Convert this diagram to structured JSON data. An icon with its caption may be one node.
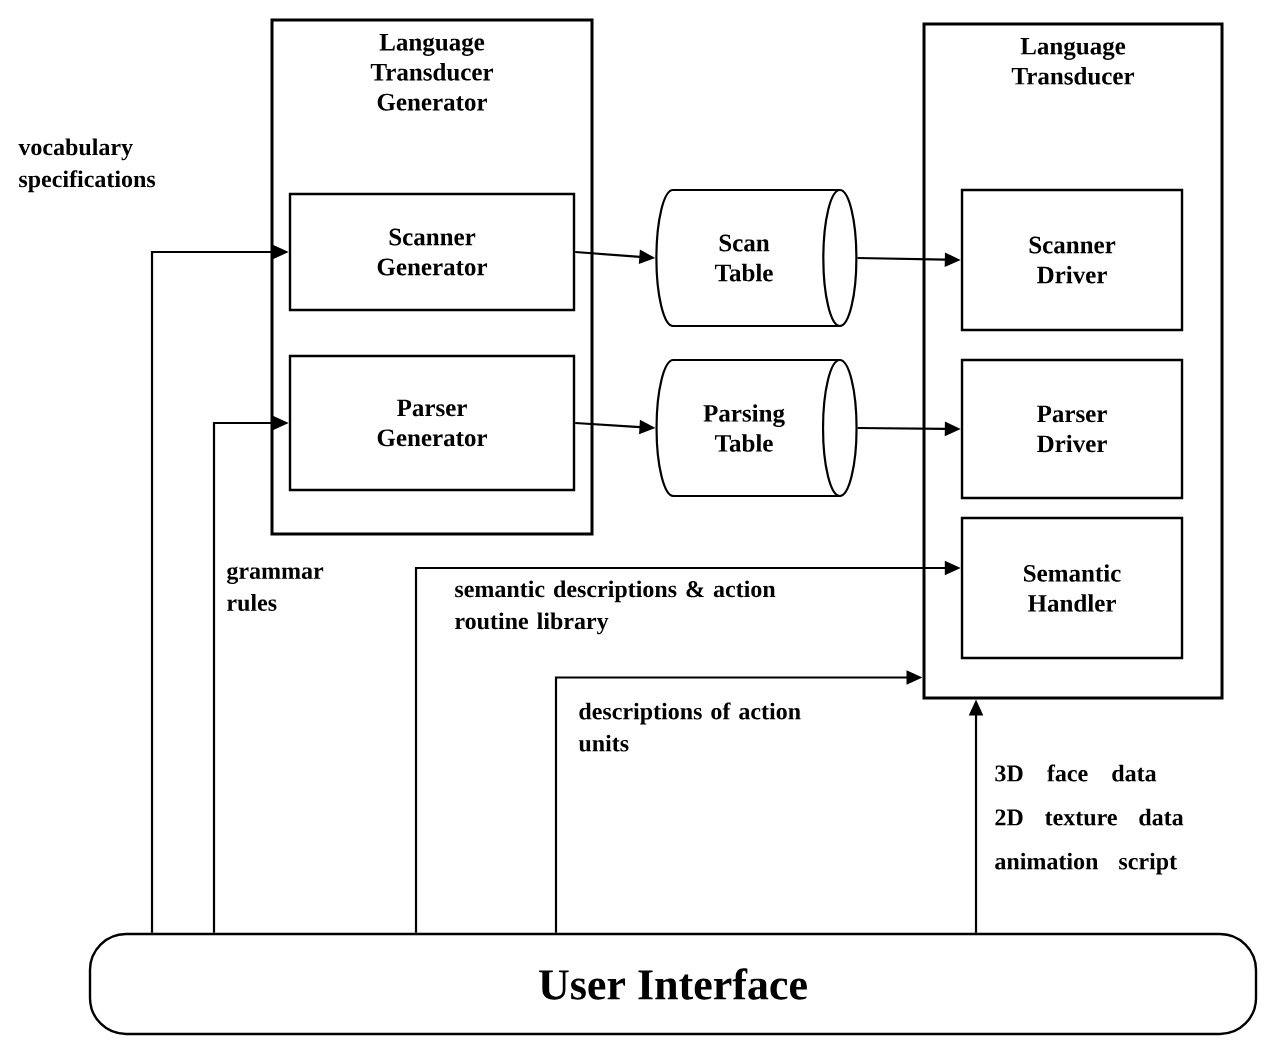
{
  "diagram": {
    "nodes": [
      {
        "text": [
          "Language Transducer Generator"
        ]
      },
      {
        "text": [
          "Scanner Generator"
        ],
        "in": 0
      },
      {
        "text": [
          "Parser Generator"
        ],
        "in": 0
      },
      {
        "text": [
          "Scan Table"
        ]
      },
      {
        "text": [
          "Parsing Table"
        ]
      },
      {
        "text": [
          "Language Transducer"
        ]
      },
      {
        "text": [
          "Scanner Driver"
        ],
        "in": 5
      },
      {
        "text": [
          "Parser Driver"
        ],
        "in": 5
      },
      {
        "text": [
          "Semantic Handler"
        ],
        "in": 5
      },
      {
        "text": [
          "User Interface"
        ]
      }
    ],
    "edges": [
      {
        "from": 9,
        "to": 1,
        "arrow": "to",
        "label": "vocabulary specifications"
      },
      {
        "from": 9,
        "to": 2,
        "arrow": "to",
        "label": "grammar rules"
      },
      {
        "from": 1,
        "to": 3,
        "arrow": "to"
      },
      {
        "from": 2,
        "to": 4,
        "arrow": "to"
      },
      {
        "from": 3,
        "to": 6,
        "arrow": "to"
      },
      {
        "from": 4,
        "to": 7,
        "arrow": "to"
      },
      {
        "from": 9,
        "to": 8,
        "arrow": "to",
        "label": "semantic descriptions & action routine library"
      },
      {
        "from": 9,
        "to": 5,
        "arrow": "to",
        "label": "descriptions of action units"
      },
      {
        "from": 9,
        "to": 5,
        "arrow": "to",
        "label": "3D face data 2D texture data animation script"
      }
    ]
  }
}
